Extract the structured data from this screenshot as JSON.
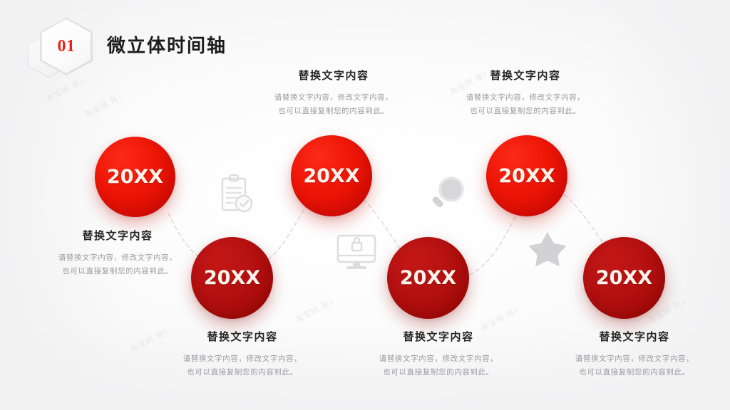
{
  "header": {
    "badge_number": "01",
    "title": "微立体时间轴"
  },
  "colors": {
    "accent_bright": "#ee1506",
    "accent_dark": "#ad0d0a",
    "badge_number": "#e8241a",
    "title": "#1c1c1c",
    "body_text": "#9b9b9e",
    "icon_gray": "#d8d8da",
    "dash_line": "#dcdcde"
  },
  "watermark": {
    "text": "淘宝网 淘1"
  },
  "nodes": [
    {
      "id": "node-1",
      "year": "20XX",
      "tone": "bright"
    },
    {
      "id": "node-2",
      "year": "20XX",
      "tone": "dark"
    },
    {
      "id": "node-3",
      "year": "20XX",
      "tone": "bright"
    },
    {
      "id": "node-4",
      "year": "20XX",
      "tone": "dark"
    },
    {
      "id": "node-5",
      "year": "20XX",
      "tone": "bright"
    },
    {
      "id": "node-6",
      "year": "20XX",
      "tone": "dark"
    }
  ],
  "text_blocks": [
    {
      "id": "text-block-1",
      "title": "替换文字内容",
      "line1": "请替换文字内容，修改文字内容，",
      "line2": "也可以直接复制您的内容到此。"
    },
    {
      "id": "text-block-2",
      "title": "替换文字内容",
      "line1": "请替换文字内容，修改文字内容，",
      "line2": "也可以直接复制您的内容到此。"
    },
    {
      "id": "text-block-3",
      "title": "替换文字内容",
      "line1": "请替换文字内容，修改文字内容，",
      "line2": "也可以直接复制您的内容到此。"
    },
    {
      "id": "text-block-4",
      "title": "替换文字内容",
      "line1": "请替换文字内容，修改文字内容，",
      "line2": "也可以直接复制您的内容到此。"
    },
    {
      "id": "text-block-5",
      "title": "替换文字内容",
      "line1": "请替换文字内容，修改文字内容，",
      "line2": "也可以直接复制您的内容到此。"
    },
    {
      "id": "text-block-6",
      "title": "替换文字内容",
      "line1": "请替换文字内容，修改文字内容，",
      "line2": "也可以直接复制您的内容到此。"
    }
  ],
  "decor_icons": [
    {
      "name": "clipboard-check-icon"
    },
    {
      "name": "monitor-lock-icon"
    },
    {
      "name": "magnifier-icon"
    },
    {
      "name": "star-icon"
    }
  ]
}
